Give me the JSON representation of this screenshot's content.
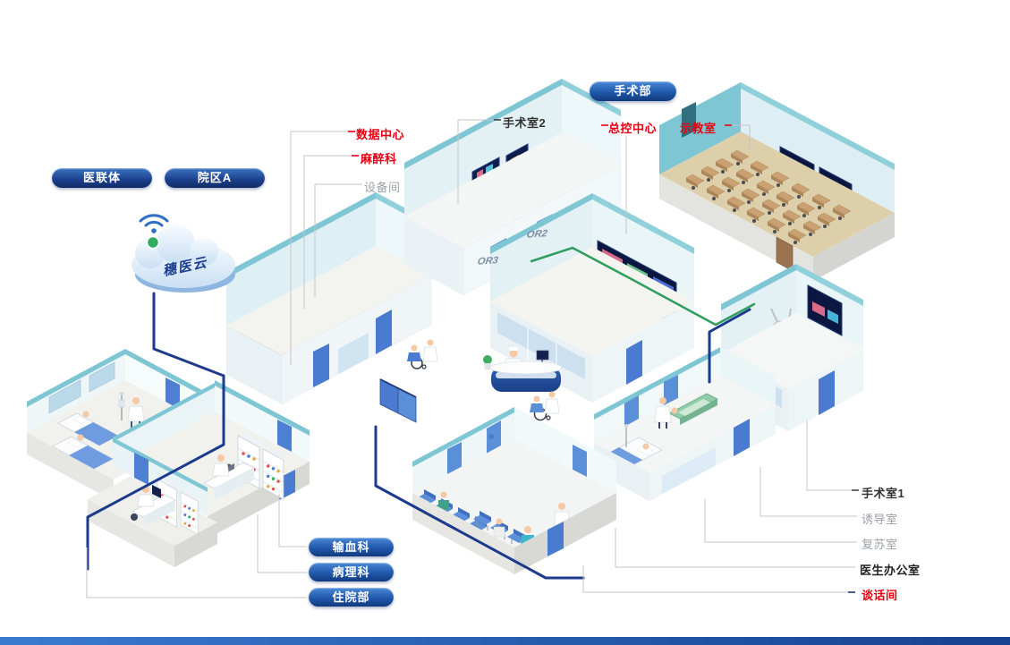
{
  "header": {
    "alliance_tag": "医联体",
    "campus_tag": "院区A"
  },
  "cloud": {
    "name": "穗医云"
  },
  "surgery_pill": "手术部",
  "callouts": {
    "data_center": {
      "text": "数据中心",
      "color": "#e60012"
    },
    "anesthesia": {
      "text": "麻醉科",
      "color": "#e60012"
    },
    "equipment": {
      "text": "设备间",
      "color": "#9aa0a6"
    },
    "or2": {
      "text": "手术室2",
      "color": "#333333"
    },
    "master": {
      "text": "总控中心",
      "color": "#e60012"
    },
    "classroom": {
      "text": "示教室",
      "color": "#e60012"
    },
    "or1": {
      "text": "手术室1",
      "color": "#333333"
    },
    "induction": {
      "text": "诱导室",
      "color": "#9aa0a6"
    },
    "recovery": {
      "text": "复苏室",
      "color": "#9aa0a6"
    },
    "doctor_office": {
      "text": "医生办公室",
      "color": "#222222"
    },
    "talk_room": {
      "text": "谈话间",
      "color": "#e60012"
    }
  },
  "bottom_pills": [
    {
      "label": "输血科"
    },
    {
      "label": "病理科"
    },
    {
      "label": "住院部"
    }
  ],
  "floor_marks": {
    "or3": "OR3",
    "or2": "OR2"
  },
  "colors": {
    "accent_red": "#e60012",
    "label_gray": "#9aa0a6",
    "label_dark": "#333333",
    "navy": "#16337a",
    "cable_navy": "#1d3a8c",
    "cable_green": "#2f9e5f",
    "teal_wall": "#7fc6d4",
    "pill_blue": "#2a66b8"
  }
}
